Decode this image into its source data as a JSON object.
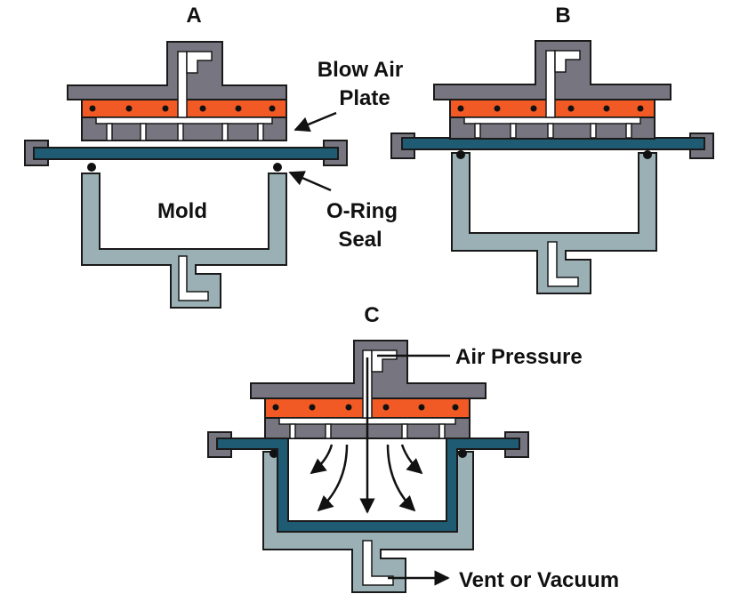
{
  "panels": {
    "a": {
      "letter": "A"
    },
    "b": {
      "letter": "B"
    },
    "c": {
      "letter": "C"
    }
  },
  "labels": {
    "blow_air_plate": [
      "Blow Air",
      "Plate"
    ],
    "mold": "Mold",
    "o_ring_seal": [
      "O-Ring",
      "Seal"
    ],
    "air_pressure": "Air Pressure",
    "vent_or_vacuum": "Vent or Vacuum"
  },
  "colors": {
    "plate_gray": "#777680",
    "heater_orange": "#f15a24",
    "sheet_blue": "#1f5b73",
    "mold_teal": "#9ab0b5",
    "outline": "#1a1a1a"
  }
}
